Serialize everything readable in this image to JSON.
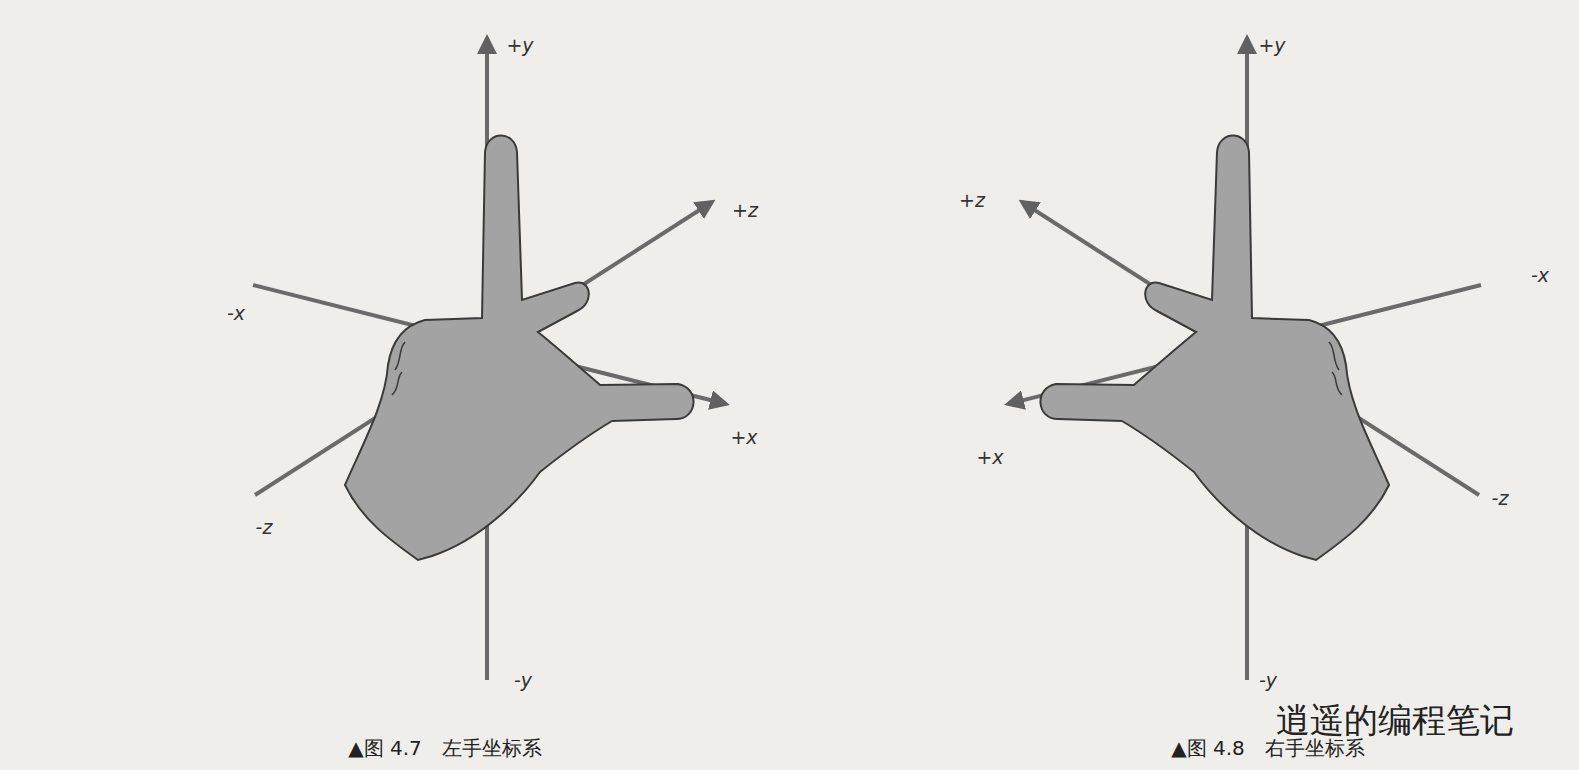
{
  "diagram": {
    "labels": [
      "+y",
      "+z",
      "-x",
      "+x",
      "-z",
      "-y",
      "+y",
      "+z",
      "-x",
      "+x",
      "-z",
      "-y",
      "▲图 4.7　左手坐标系",
      "▲图 4.8　右手坐标系",
      "逍遥的编程笔记"
    ]
  }
}
